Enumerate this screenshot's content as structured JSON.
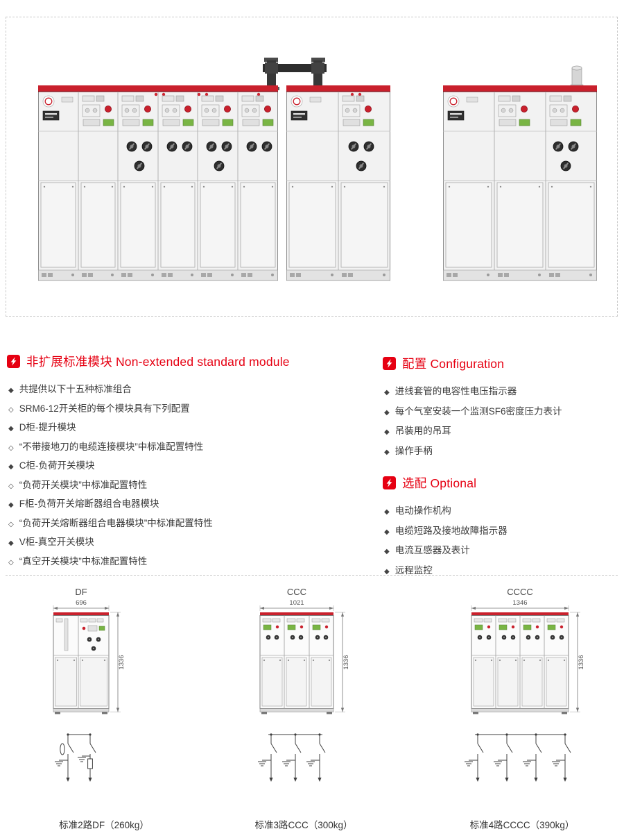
{
  "colors": {
    "accent": "#e60012",
    "cabinet_red": "#c9202c",
    "body_text": "#3a3a3a"
  },
  "hero": {
    "alt": "SRM6-12 switchgear cabinet product photos"
  },
  "module_section": {
    "title": "非扩展标准模块 Non-extended standard module",
    "items": [
      {
        "marker": "◆",
        "text": "共提供以下十五种标准组合"
      },
      {
        "marker": "◇",
        "text": "SRM6-12开关柜的每个模块具有下列配置"
      },
      {
        "marker": "◆",
        "text": "D柜-提升模块"
      },
      {
        "marker": "◇",
        "text": "“不带接地刀的电缆连接模块”中标准配置特性"
      },
      {
        "marker": "◆",
        "text": "C柜-负荷开关模块"
      },
      {
        "marker": "◇",
        "text": "“负荷开关模块”中标准配置特性"
      },
      {
        "marker": "◆",
        "text": "F柜-负荷开关熔断器组合电器模块"
      },
      {
        "marker": "◇",
        "text": "“负荷开关熔断器组合电器模块”中标准配置特性"
      },
      {
        "marker": "◆",
        "text": "V柜-真空开关模块"
      },
      {
        "marker": "◇",
        "text": "“真空开关模块”中标准配置特性"
      }
    ]
  },
  "config_section": {
    "title": "配置 Configuration",
    "items": [
      {
        "marker": "◆",
        "text": "进线套管的电容性电压指示器"
      },
      {
        "marker": "◆",
        "text": "每个气室安装一个监测SF6密度压力表计"
      },
      {
        "marker": "◆",
        "text": "吊装用的吊耳"
      },
      {
        "marker": "◆",
        "text": "操作手柄"
      }
    ]
  },
  "optional_section": {
    "title": "选配 Optional",
    "items": [
      {
        "marker": "◆",
        "text": "电动操作机构"
      },
      {
        "marker": "◆",
        "text": "电缆短路及接地故障指示器"
      },
      {
        "marker": "◆",
        "text": "电流互感器及表计"
      },
      {
        "marker": "◆",
        "text": "远程监控"
      }
    ]
  },
  "drawings": [
    {
      "label": "DF",
      "width_mm": "696",
      "height_mm": "1336",
      "caption": "标准2路DF（260kg）"
    },
    {
      "label": "CCC",
      "width_mm": "1021",
      "height_mm": "1336",
      "caption": "标准3路CCC（300kg）"
    },
    {
      "label": "CCCC",
      "width_mm": "1346",
      "height_mm": "1336",
      "caption": "标准4路CCCC（390kg）"
    }
  ]
}
